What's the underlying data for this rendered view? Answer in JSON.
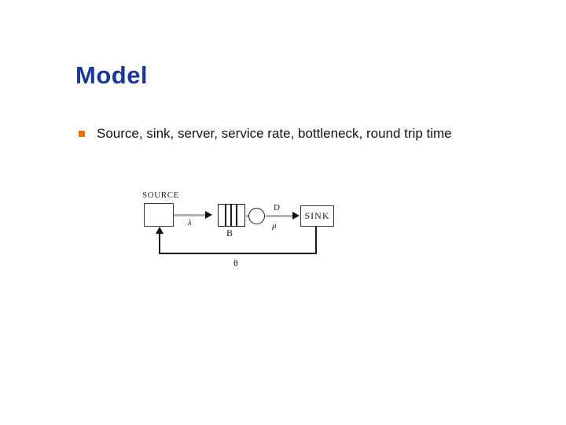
{
  "slide": {
    "title": "Model",
    "bullet": "Source, sink, server, service rate, bottleneck, round trip time",
    "colors": {
      "title_blue": "#17379e",
      "bullet_orange": "#e8700a",
      "arrow_gray": "#b3b3b3",
      "line_black": "#1a1a1a"
    }
  },
  "diagram": {
    "source_label": "SOURCE",
    "sink_label": "SINK",
    "arrival_rate_label": "λ",
    "buffer_label": "B",
    "delay_label": "D",
    "service_rate_label": "μ",
    "feedback_label": "θ"
  }
}
